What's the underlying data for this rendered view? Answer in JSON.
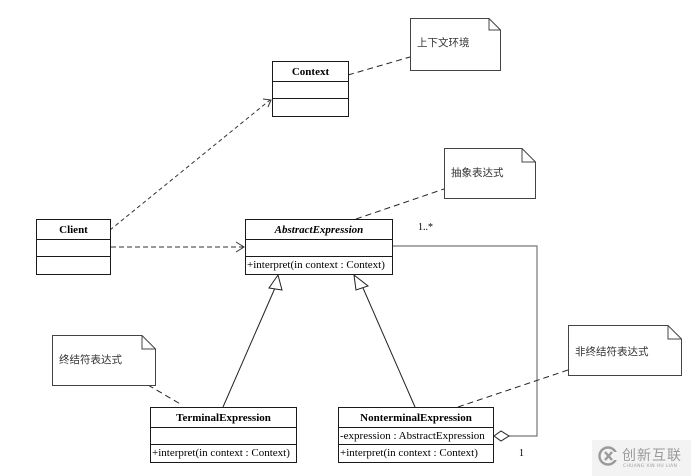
{
  "diagram": {
    "type": "UML class diagram",
    "classes": {
      "context": {
        "name": "Context",
        "attributes": "",
        "operations": ""
      },
      "client": {
        "name": "Client",
        "attributes": "",
        "operations": ""
      },
      "abstract_expression": {
        "name": "AbstractExpression",
        "attributes": "",
        "operations": "+interpret(in context : Context)"
      },
      "terminal_expression": {
        "name": "TerminalExpression",
        "attributes": "",
        "operations": "+interpret(in context : Context)"
      },
      "nonterminal_expression": {
        "name": "NonterminalExpression",
        "attributes": "-expression : AbstractExpression",
        "operations": "+interpret(in context : Context)"
      }
    },
    "notes": {
      "context_note": "上下文环境",
      "abstract_note": "抽象表达式",
      "terminal_note": "终结符表达式",
      "nonterminal_note": "非终结符表达式"
    },
    "relationships": [
      {
        "from": "Client",
        "to": "Context",
        "kind": "dependency"
      },
      {
        "from": "Client",
        "to": "AbstractExpression",
        "kind": "dependency"
      },
      {
        "from": "TerminalExpression",
        "to": "AbstractExpression",
        "kind": "generalization"
      },
      {
        "from": "NonterminalExpression",
        "to": "AbstractExpression",
        "kind": "generalization"
      },
      {
        "from": "NonterminalExpression",
        "to": "AbstractExpression",
        "kind": "aggregation",
        "multiplicity_whole": "1",
        "multiplicity_part": "1..*"
      }
    ],
    "multiplicities": {
      "many": "1..*",
      "one": "1"
    }
  },
  "watermark": {
    "name": "创新互联",
    "subtitle": "CHUANG XIN HU LIAN"
  }
}
